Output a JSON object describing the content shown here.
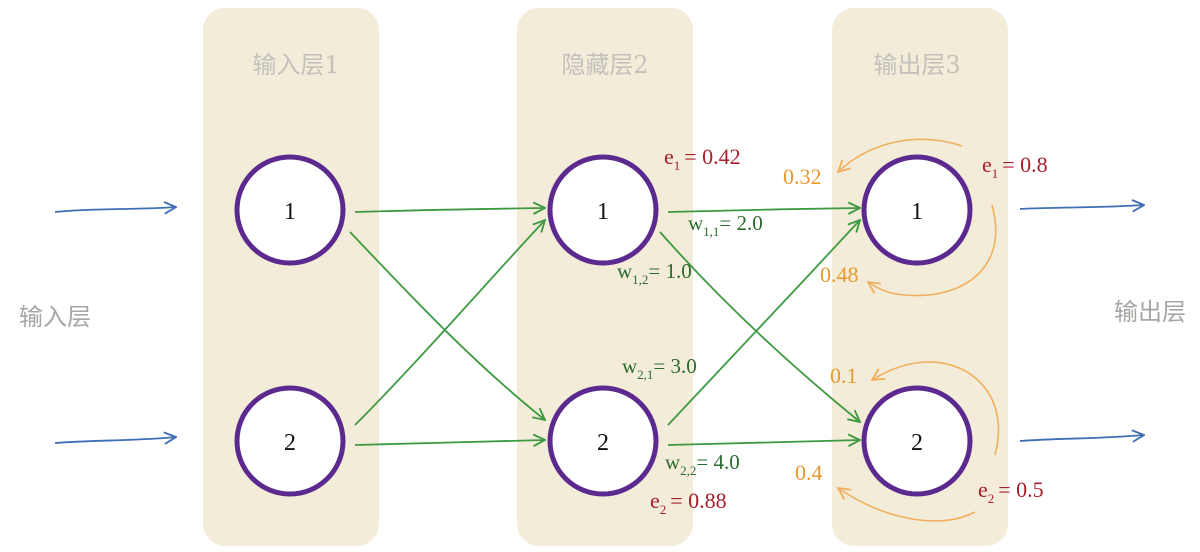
{
  "layers": {
    "input_header": "输入层1",
    "hidden_header": "隐藏层2",
    "output_header": "输出层3"
  },
  "side_labels": {
    "input": "输入层",
    "output": "输出层"
  },
  "nodes": {
    "input": [
      "1",
      "2"
    ],
    "hidden": [
      "1",
      "2"
    ],
    "output": [
      "1",
      "2"
    ]
  },
  "weights": [
    {
      "name": "w",
      "sub": "1,1",
      "value": "= 2.0"
    },
    {
      "name": "w",
      "sub": "1,2",
      "value": "= 1.0"
    },
    {
      "name": "w",
      "sub": "2,1",
      "value": "= 3.0"
    },
    {
      "name": "w",
      "sub": "2,2",
      "value": "= 4.0"
    }
  ],
  "hidden_errors": [
    {
      "name": "e",
      "sub": "1",
      "value": "= 0.42"
    },
    {
      "name": "e",
      "sub": "2",
      "value": "= 0.88"
    }
  ],
  "output_errors": [
    {
      "name": "e",
      "sub": "1",
      "value": "= 0.8"
    },
    {
      "name": "e",
      "sub": "2",
      "value": "= 0.5"
    }
  ],
  "error_splits": [
    "0.32",
    "0.48",
    "0.1",
    "0.4"
  ],
  "colors": {
    "column": "#f3ecd9",
    "node_stroke": "#5c2a8e",
    "weight_links": "#3e9a42",
    "io_arrows": "#3f6fb5",
    "backprop_arrows": "#f0b060",
    "error_text": "#a51f2c",
    "split_text": "#e8982e"
  }
}
